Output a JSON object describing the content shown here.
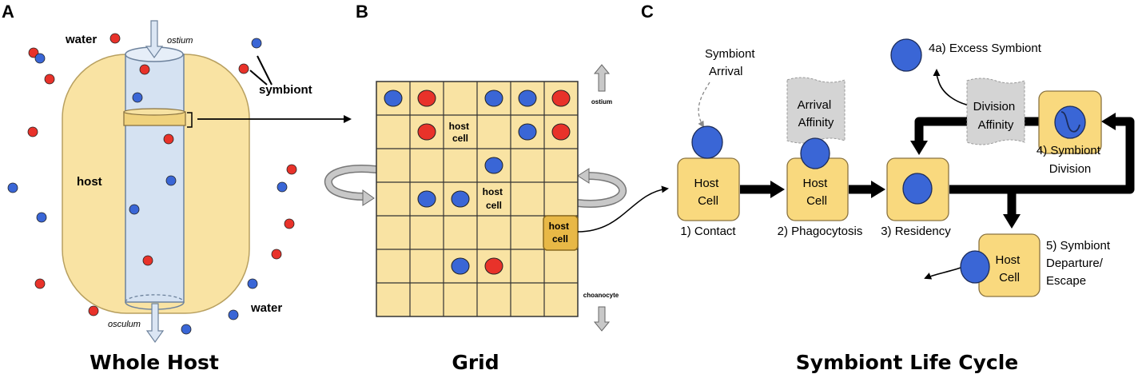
{
  "panels": {
    "a": {
      "letter": "A",
      "caption": "Whole Host",
      "water_top": "water",
      "water_bottom": "water",
      "ostium": "ostium",
      "osculum": "osculum",
      "symbiont": "symbiont",
      "host": "host"
    },
    "b": {
      "letter": "B",
      "caption": "Grid",
      "host_cell_1": [
        "host",
        "cell"
      ],
      "host_cell_2": [
        "host",
        "cell"
      ],
      "host_cell_3": [
        "host",
        "cell"
      ],
      "ostium": "ostium",
      "choanocyte": "choanocyte"
    },
    "c": {
      "letter": "C",
      "caption": "Symbiont Life Cycle",
      "symbiont_arrival": [
        "Symbiont",
        "Arrival"
      ],
      "arrival_affinity": [
        "Arrival",
        "Affinity"
      ],
      "division_affinity": [
        "Division",
        "Affinity"
      ],
      "excess_symbiont": "4a) Excess Symbiont",
      "host_cell_1": [
        "Host",
        "Cell"
      ],
      "host_cell_2": [
        "Host",
        "Cell"
      ],
      "host_cell_5": [
        "Host",
        "Cell"
      ],
      "step_contact": "1) Contact",
      "step_phagocytosis": "2) Phagocytosis",
      "step_residency": "3) Residency",
      "step_division": [
        "4) Symbiont",
        "Division"
      ],
      "step_departure": [
        "5) Symbiont",
        "Departure/",
        "Escape"
      ]
    }
  },
  "colors": {
    "host_fill": "#f9e3a3",
    "host_stroke": "#c9b06a",
    "channel_fill": "#d5e2f2",
    "channel_stroke": "#7a8ea8",
    "red_symbiont": "#e8322a",
    "blue_symbiont": "#3a66d6",
    "grid_fill": "#f9e3a3",
    "highlight_cell": "#e8b846",
    "affinity_flag": "#d4d4d4",
    "arrow_gray": "#bcbcbc"
  }
}
